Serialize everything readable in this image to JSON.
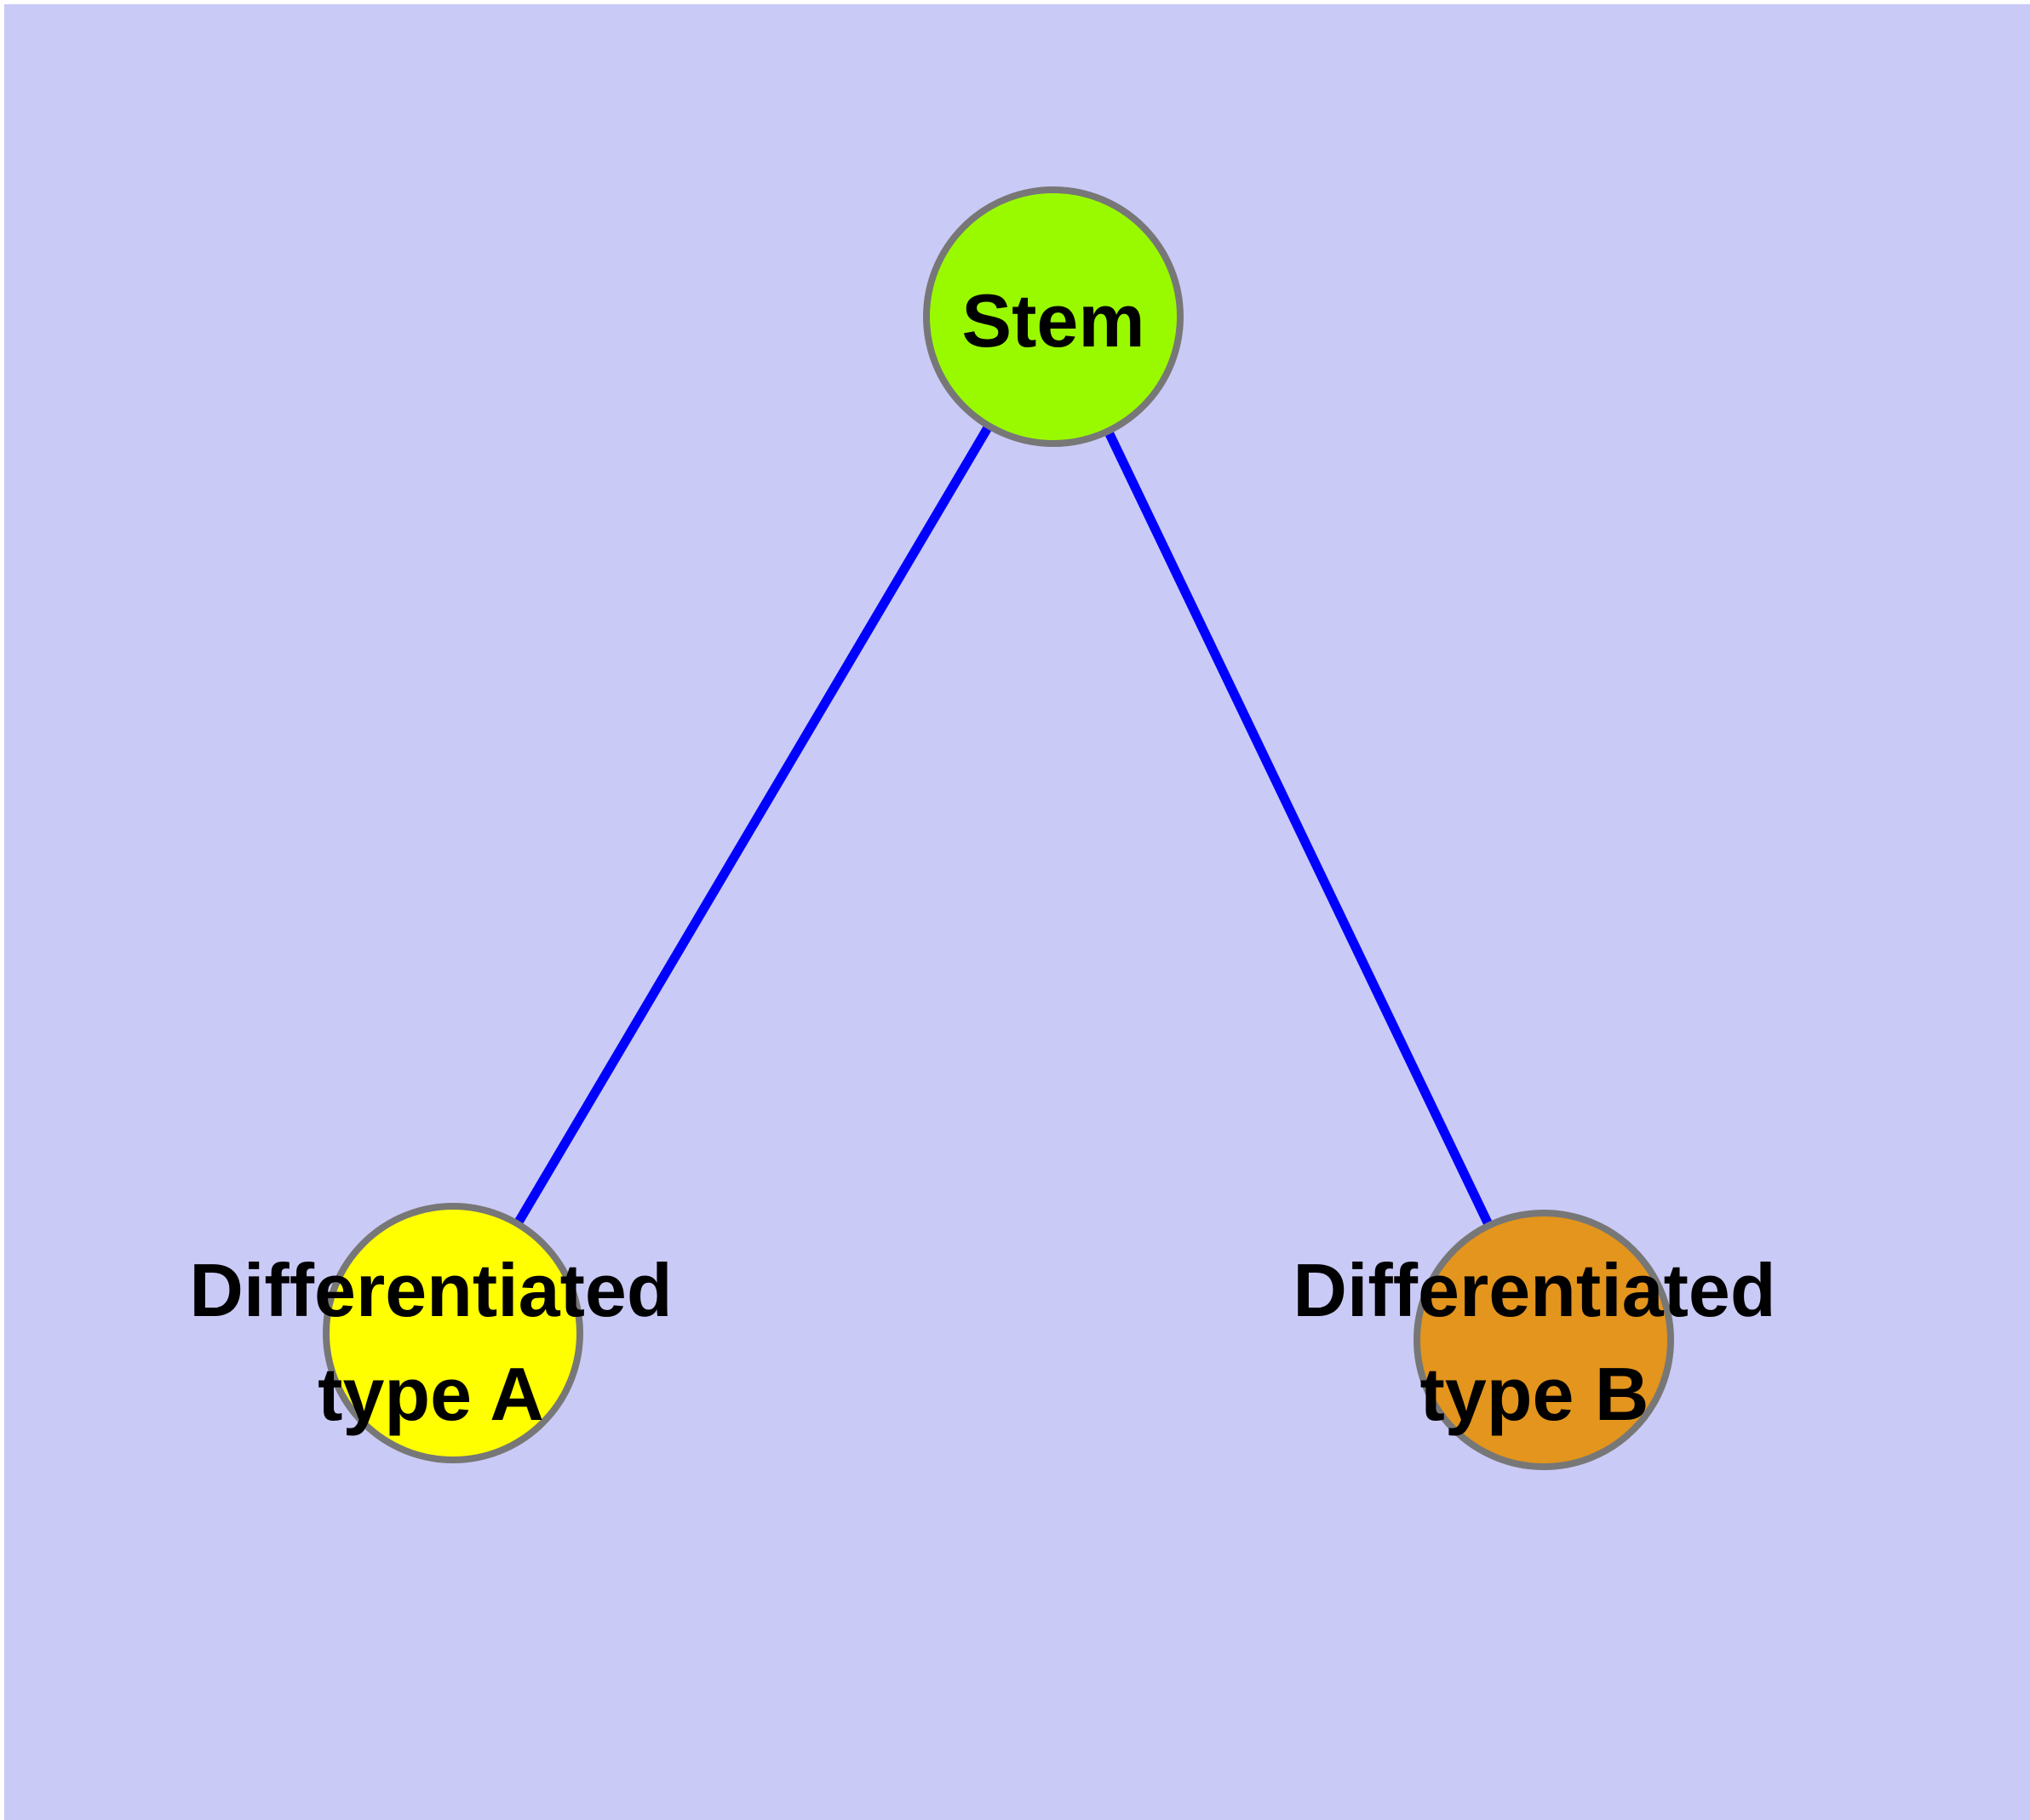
{
  "diagram": {
    "type": "node-link-graph",
    "background_color": "#CACAF6",
    "frame_color": "#FFFFFF",
    "edge_color": "#0000FF",
    "node_border_color": "#777777",
    "label_color": "#000000",
    "nodes": [
      {
        "id": "stem",
        "label": "Stem",
        "fill": "#99FA00"
      },
      {
        "id": "differentiated-type-a",
        "label": "Differentiated type A",
        "label_line1": "Differentiated",
        "label_line2": "type A",
        "fill": "#FFFF00"
      },
      {
        "id": "differentiated-type-b",
        "label": "Differentiated type B",
        "label_line1": "Differentiated",
        "label_line2": "type B",
        "fill": "#E3951D"
      }
    ],
    "edges": [
      {
        "from": "Stem",
        "to": "Differentiated type A"
      },
      {
        "from": "Stem",
        "to": "Differentiated type B"
      }
    ]
  }
}
